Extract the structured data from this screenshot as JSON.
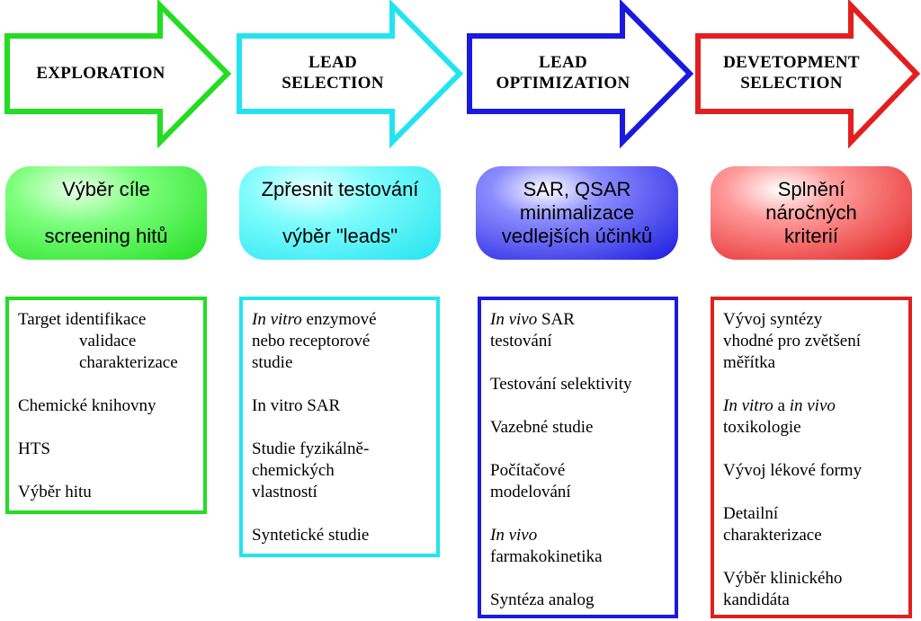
{
  "stages": [
    {
      "title": [
        "EXPLORATION"
      ],
      "color": "#22dd22",
      "summary": [
        "Výběr cíle",
        "",
        "screening hitů"
      ],
      "activities": [
        [
          [
            {
              "text": "Target identifikace",
              "italic": false
            }
          ],
          [
            {
              "text": "validace",
              "italic": false,
              "indent": true
            }
          ],
          [
            {
              "text": "charakterizace",
              "italic": false,
              "indent": true
            }
          ]
        ],
        [
          [
            {
              "text": "Chemické knihovny",
              "italic": false
            }
          ]
        ],
        [
          [
            {
              "text": "HTS",
              "italic": false
            }
          ]
        ],
        [
          [
            {
              "text": "Výběr hitu",
              "italic": false
            }
          ]
        ]
      ]
    },
    {
      "title": [
        "LEAD",
        "SELECTION"
      ],
      "color": "#22e4f0",
      "summary": [
        "Zpřesnit testování",
        "",
        "výběr \"leads\""
      ],
      "activities": [
        [
          [
            {
              "text": "In vitro",
              "italic": true
            },
            {
              "text": " enzymové",
              "italic": false
            }
          ],
          [
            {
              "text": "nebo receptorové",
              "italic": false
            }
          ],
          [
            {
              "text": "studie",
              "italic": false
            }
          ]
        ],
        [
          [
            {
              "text": "In vitro SAR",
              "italic": false
            }
          ]
        ],
        [
          [
            {
              "text": "Studie fyzikálně-",
              "italic": false
            }
          ],
          [
            {
              "text": "chemických",
              "italic": false
            }
          ],
          [
            {
              "text": "vlastností",
              "italic": false
            }
          ]
        ],
        [
          [
            {
              "text": "Syntetické studie",
              "italic": false
            }
          ]
        ]
      ]
    },
    {
      "title": [
        "LEAD",
        "OPTIMIZATION"
      ],
      "color": "#1a1adf",
      "summary": [
        "SAR, QSAR",
        "minimalizace",
        "vedlejších účinků"
      ],
      "activities": [
        [
          [
            {
              "text": "In vivo",
              "italic": true
            },
            {
              "text": " SAR",
              "italic": false
            }
          ],
          [
            {
              "text": "testování",
              "italic": false
            }
          ]
        ],
        [
          [
            {
              "text": "Testování selektivity",
              "italic": false
            }
          ]
        ],
        [
          [
            {
              "text": "Vazebné studie",
              "italic": false
            }
          ]
        ],
        [
          [
            {
              "text": "Počítačové",
              "italic": false
            }
          ],
          [
            {
              "text": "modelování",
              "italic": false
            }
          ]
        ],
        [
          [
            {
              "text": "In vivo",
              "italic": true
            }
          ],
          [
            {
              "text": "farmakokinetika",
              "italic": false
            }
          ]
        ],
        [
          [
            {
              "text": "Syntéza analog",
              "italic": false
            }
          ]
        ]
      ]
    },
    {
      "title": [
        "DEVETOPMENT",
        "SELECTION"
      ],
      "color": "#e21f1f",
      "summary": [
        "Splnění",
        "náročných",
        "kriterií"
      ],
      "activities": [
        [
          [
            {
              "text": "Vývoj syntézy",
              "italic": false
            }
          ],
          [
            {
              "text": "vhodné pro zvětšení",
              "italic": false
            }
          ],
          [
            {
              "text": "měřítka",
              "italic": false
            }
          ]
        ],
        [
          [
            {
              "text": "In vitro",
              "italic": true
            },
            {
              "text": " a ",
              "italic": false
            },
            {
              "text": "in vivo",
              "italic": true
            }
          ],
          [
            {
              "text": "toxikologie",
              "italic": false
            }
          ]
        ],
        [
          [
            {
              "text": "Vývoj lékové formy",
              "italic": false
            }
          ]
        ],
        [
          [
            {
              "text": "Detailní",
              "italic": false
            }
          ],
          [
            {
              "text": "charakterizace",
              "italic": false
            }
          ]
        ],
        [
          [
            {
              "text": "Výběr klinického",
              "italic": false
            }
          ],
          [
            {
              "text": "kandidáta",
              "italic": false
            }
          ]
        ]
      ]
    }
  ]
}
